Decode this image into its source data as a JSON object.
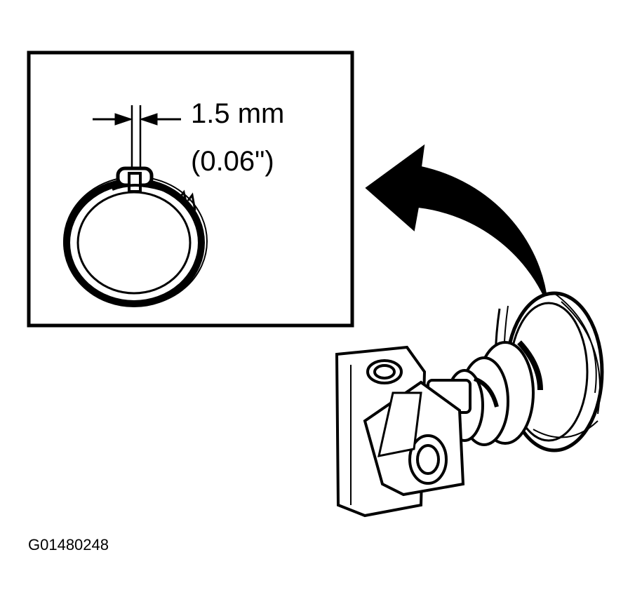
{
  "diagram": {
    "dimension_metric": "1.5 mm",
    "dimension_imperial": "(0.06\")",
    "figure_id": "G01480248"
  },
  "icons": {
    "clamp": "hose-clamp-icon",
    "arrow": "curved-arrow-icon",
    "assembly": "steering-shaft-boot-icon"
  },
  "colors": {
    "ink": "#000000",
    "paper": "#ffffff"
  }
}
